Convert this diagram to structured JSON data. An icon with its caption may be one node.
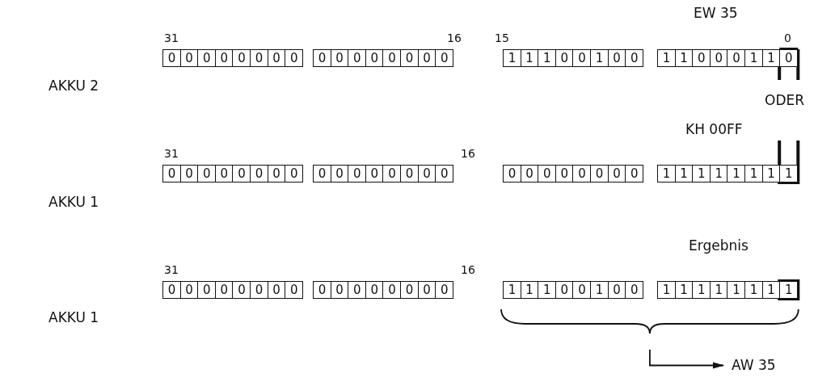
{
  "diagram": {
    "nodes": [
      {
        "text": [],
        "shape": "bracket"
      },
      {
        "text": [
          "AW 35"
        ]
      }
    ],
    "edges": [
      {
        "from": 0,
        "to": 1,
        "arrow": "to"
      }
    ],
    "labels": [
      "EW 35",
      "31",
      "16",
      "15",
      "0",
      "0",
      "0",
      "0",
      "0",
      "0",
      "0",
      "0",
      "0",
      "0",
      "0",
      "0",
      "0",
      "0",
      "0",
      "0",
      "0",
      "1",
      "1",
      "1",
      "0",
      "0",
      "1",
      "0",
      "0",
      "1",
      "1",
      "0",
      "0",
      "0",
      "1",
      "1",
      "0",
      "AKKU 2",
      "ODER",
      "KH 00FF",
      "31",
      "16",
      "0",
      "0",
      "0",
      "0",
      "0",
      "0",
      "0",
      "0",
      "0",
      "0",
      "0",
      "0",
      "0",
      "0",
      "0",
      "0",
      "0",
      "0",
      "0",
      "0",
      "0",
      "0",
      "0",
      "0",
      "1",
      "1",
      "1",
      "1",
      "1",
      "1",
      "1",
      "1",
      "AKKU 1",
      "Ergebnis",
      "31",
      "16",
      "0",
      "0",
      "0",
      "0",
      "0",
      "0",
      "0",
      "0",
      "0",
      "0",
      "0",
      "0",
      "0",
      "0",
      "0",
      "0",
      "1",
      "1",
      "1",
      "0",
      "0",
      "1",
      "0",
      "0",
      "1",
      "1",
      "1",
      "1",
      "1",
      "1",
      "1",
      "1",
      "AKKU 1"
    ]
  }
}
